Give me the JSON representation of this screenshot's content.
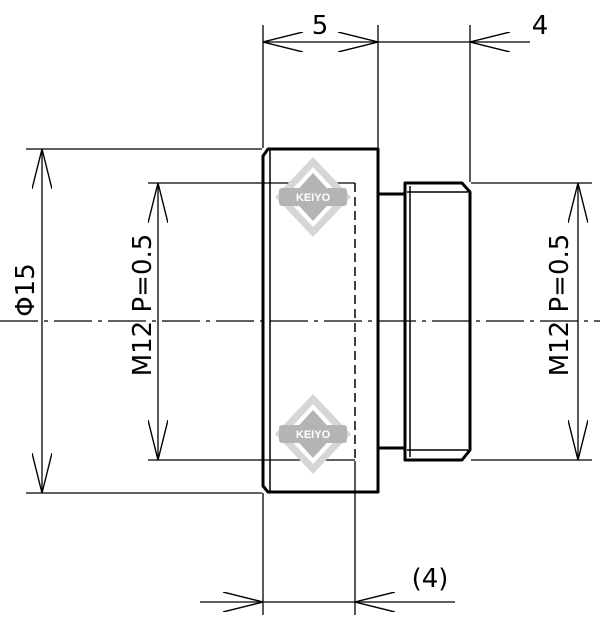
{
  "drawing": {
    "dim_top_left": "5",
    "dim_top_right": "4",
    "dim_outer_diameter": "Φ15",
    "dim_thread_left": "M12 P=0.5",
    "dim_thread_right": "M12 P=0.5",
    "dim_bottom": "(4)"
  },
  "watermark": {
    "text": "KEIYO",
    "color": "#b4b4b4"
  },
  "colors": {
    "line": "#000000",
    "background": "#ffffff"
  }
}
